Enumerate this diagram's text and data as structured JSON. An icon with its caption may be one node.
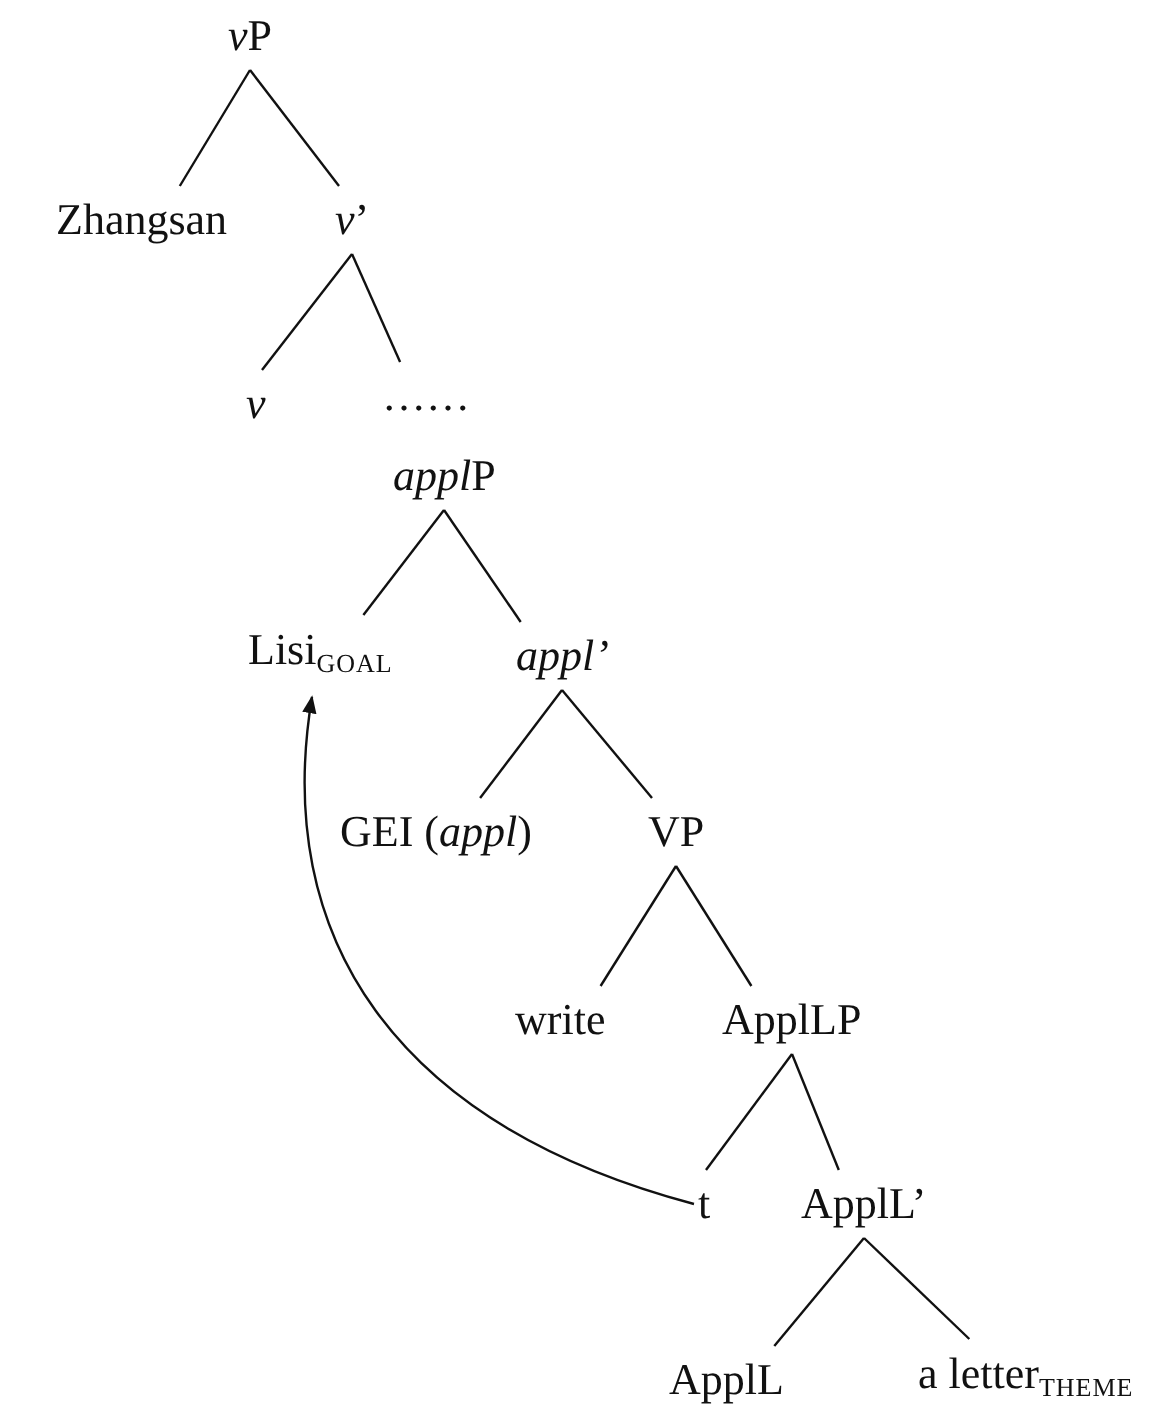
{
  "diagram": {
    "nodes": [
      {
        "text": [
          "vP"
        ]
      },
      {
        "text": [
          "Zhangsan"
        ]
      },
      {
        "text": [
          "*v*’"
        ]
      },
      {
        "text": [
          "v"
        ]
      },
      {
        "text": [
          "……"
        ]
      },
      {
        "text": [
          "applP"
        ]
      },
      {
        "text": [
          "Lisi$_{GOAL}$"
        ]
      },
      {
        "text": [
          "appl’"
        ]
      },
      {
        "text": [
          "GEI (*appl*)"
        ]
      },
      {
        "text": [
          "VP"
        ]
      },
      {
        "text": [
          "write"
        ]
      },
      {
        "text": [
          "ApplLP"
        ]
      },
      {
        "text": [
          "t"
        ]
      },
      {
        "text": [
          "ApplL’"
        ]
      },
      {
        "text": [
          "ApplL"
        ]
      },
      {
        "text": [
          "a letter$_{THEME}$"
        ]
      }
    ],
    "edges": [
      {
        "from": 0,
        "to": 1,
        "arrow": "none"
      },
      {
        "from": 0,
        "to": 2,
        "arrow": "none"
      },
      {
        "from": 2,
        "to": 3,
        "arrow": "none"
      },
      {
        "from": 2,
        "to": 4,
        "arrow": "none"
      },
      {
        "from": 5,
        "to": 6,
        "arrow": "none"
      },
      {
        "from": 5,
        "to": 7,
        "arrow": "none"
      },
      {
        "from": 7,
        "to": 8,
        "arrow": "none"
      },
      {
        "from": 7,
        "to": 9,
        "arrow": "none"
      },
      {
        "from": 9,
        "to": 10,
        "arrow": "none"
      },
      {
        "from": 9,
        "to": 11,
        "arrow": "none"
      },
      {
        "from": 11,
        "to": 12,
        "arrow": "none"
      },
      {
        "from": 11,
        "to": 13,
        "arrow": "none"
      },
      {
        "from": 13,
        "to": 14,
        "arrow": "none"
      },
      {
        "from": 13,
        "to": 15,
        "arrow": "none"
      },
      {
        "from": 12,
        "to": 6,
        "arrow": "to"
      }
    ]
  }
}
